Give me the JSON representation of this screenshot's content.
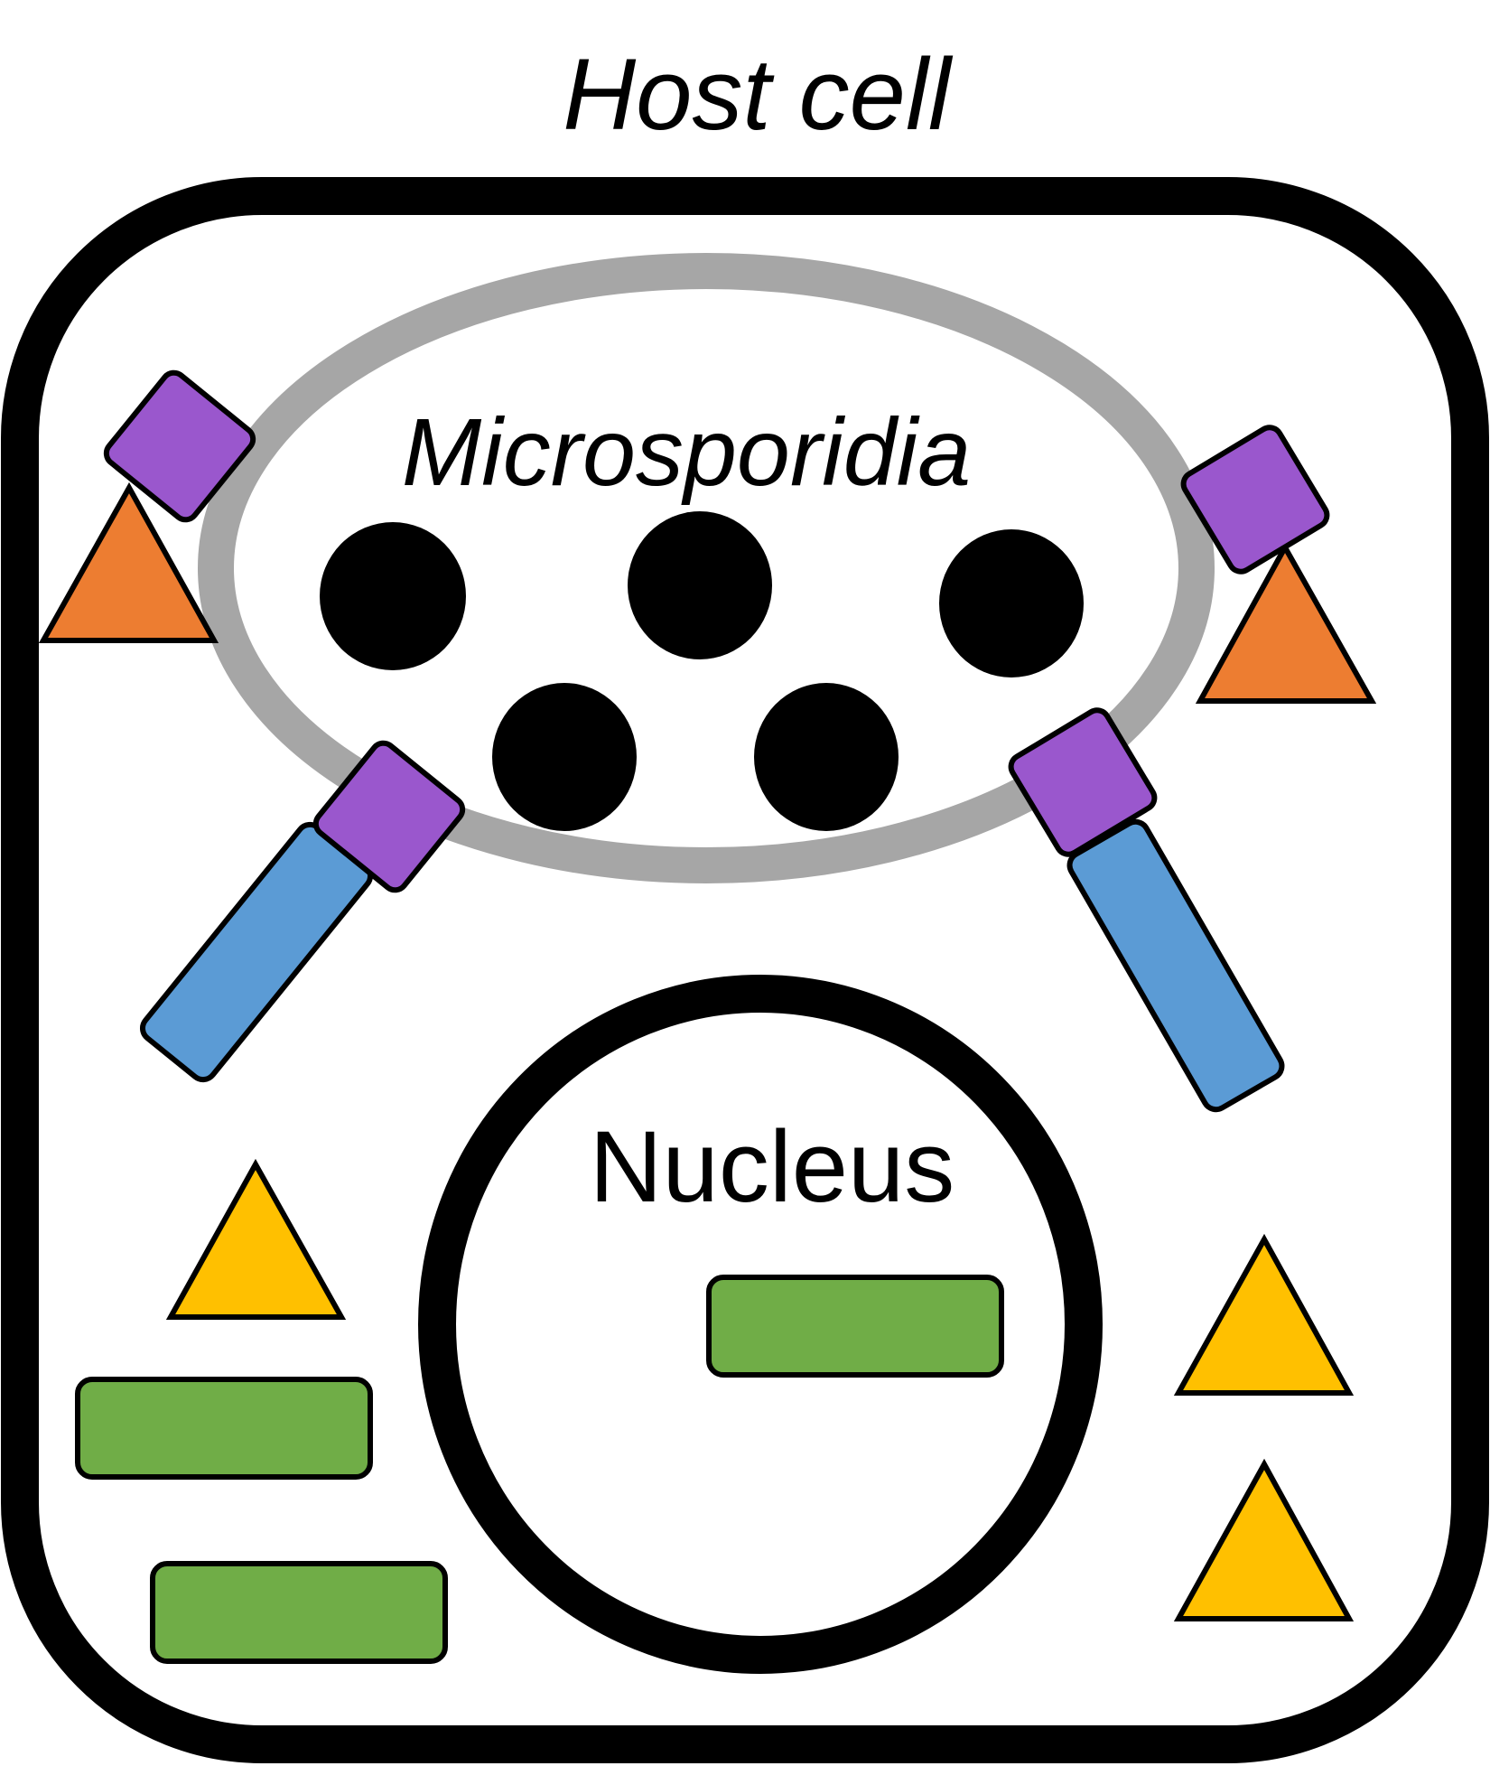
{
  "labels": {
    "host_cell": "Host cell",
    "microsporidia": "Microsporidia",
    "nucleus": "Nucleus"
  },
  "colors": {
    "outline": "#000000",
    "vacuole": "#a6a6a6",
    "purple": "#9a57cd",
    "orange": "#ed7d31",
    "blue": "#5b9bd5",
    "yellow": "#ffc000",
    "green": "#70ad47"
  }
}
